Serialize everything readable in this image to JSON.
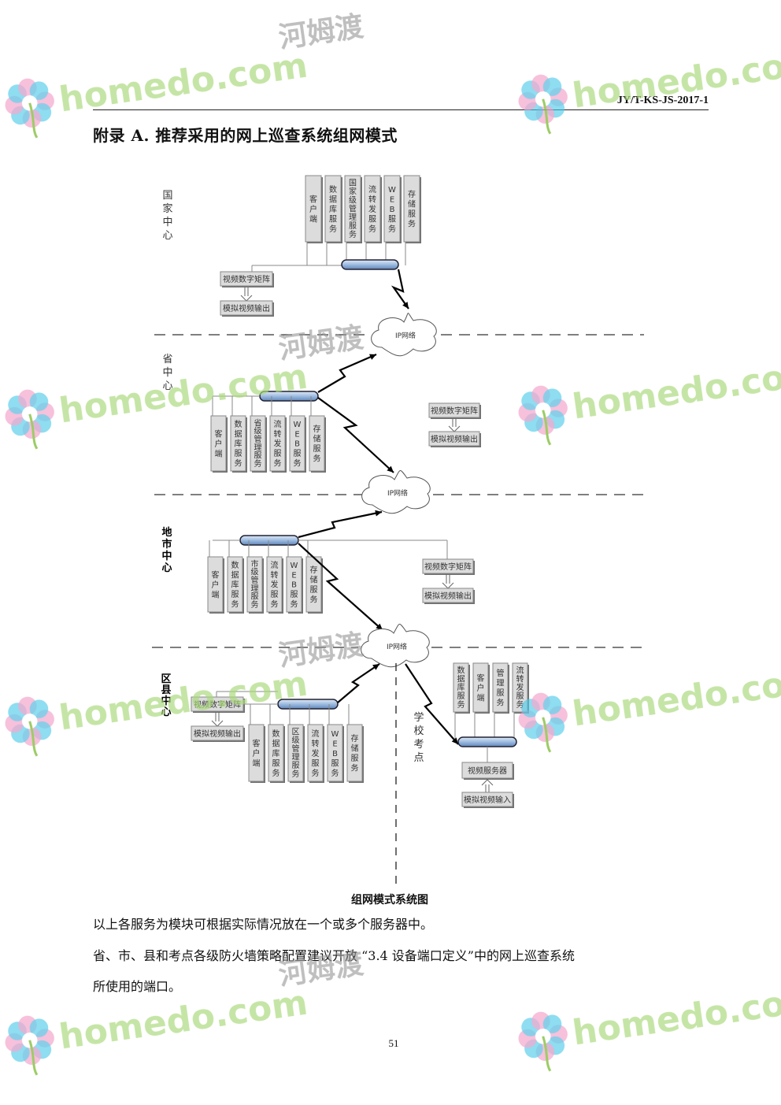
{
  "header": {
    "doc_code": "JY/T-KS-JS-2017-1"
  },
  "section_title": "附录 A. 推荐采用的网上巡查系统组网模式",
  "diagram": {
    "levels": {
      "national": {
        "label_chars": [
          "国",
          "家",
          "中",
          "心"
        ],
        "services": [
          [
            "客",
            "户",
            "端"
          ],
          [
            "数",
            "据",
            "库",
            "服",
            "务"
          ],
          [
            "国",
            "家",
            "级",
            "管",
            "理",
            "服",
            "务"
          ],
          [
            "流",
            "转",
            "发",
            "服",
            "务"
          ],
          [
            "W",
            "E",
            "B",
            "服",
            "务"
          ],
          [
            "存",
            "储",
            "服",
            "务"
          ]
        ]
      },
      "province": {
        "label_chars": [
          "省",
          "中",
          "心"
        ],
        "services": [
          [
            "客",
            "户",
            "端"
          ],
          [
            "数",
            "据",
            "库",
            "服",
            "务"
          ],
          [
            "省",
            "级",
            "管",
            "理",
            "服",
            "务"
          ],
          [
            "流",
            "转",
            "发",
            "服",
            "务"
          ],
          [
            "W",
            "E",
            "B",
            "服",
            "务"
          ],
          [
            "存",
            "储",
            "服",
            "务"
          ]
        ]
      },
      "city": {
        "label_chars": [
          "地",
          "市",
          "中",
          "心"
        ],
        "services": [
          [
            "客",
            "户",
            "端"
          ],
          [
            "数",
            "据",
            "库",
            "服",
            "务"
          ],
          [
            "市",
            "级",
            "管",
            "理",
            "服",
            "务"
          ],
          [
            "流",
            "转",
            "发",
            "服",
            "务"
          ],
          [
            "W",
            "E",
            "B",
            "服",
            "务"
          ],
          [
            "存",
            "储",
            "服",
            "务"
          ]
        ]
      },
      "county": {
        "label_chars": [
          "区",
          "县",
          "中",
          "心"
        ],
        "services": [
          [
            "客",
            "户",
            "端"
          ],
          [
            "数",
            "据",
            "库",
            "服",
            "务"
          ],
          [
            "区",
            "级",
            "管",
            "理",
            "服",
            "务"
          ],
          [
            "流",
            "转",
            "发",
            "服",
            "务"
          ],
          [
            "W",
            "E",
            "B",
            "服",
            "务"
          ],
          [
            "存",
            "储",
            "服",
            "务"
          ]
        ]
      },
      "school": {
        "label_chars": [
          "学",
          "校",
          "考",
          "点"
        ],
        "services": [
          [
            "数",
            "据",
            "库",
            "服",
            "务"
          ],
          [
            "客",
            "户",
            "端"
          ],
          [
            "管",
            "理",
            "服",
            "务"
          ],
          [
            "流",
            "转",
            "发",
            "服",
            "务"
          ]
        ],
        "video_server": "视频服务器",
        "analog_input": "模拟视频输入"
      }
    },
    "video_matrix": "视频数字矩阵",
    "analog_output": "模拟视频输出",
    "ip_network": "IP网络"
  },
  "caption": "组网模式系统图",
  "paragraphs": [
    "以上各服务为模块可根据实际情况放在一个或多个服务器中。",
    "省、市、县和考点各级防火墙策略配置建议开放 “3.4  设备端口定义”中的网上巡查系统",
    "所使用的端口。"
  ],
  "page_number": "51",
  "watermark": {
    "brand": "homedo.com",
    "cn": "河姆渡"
  }
}
